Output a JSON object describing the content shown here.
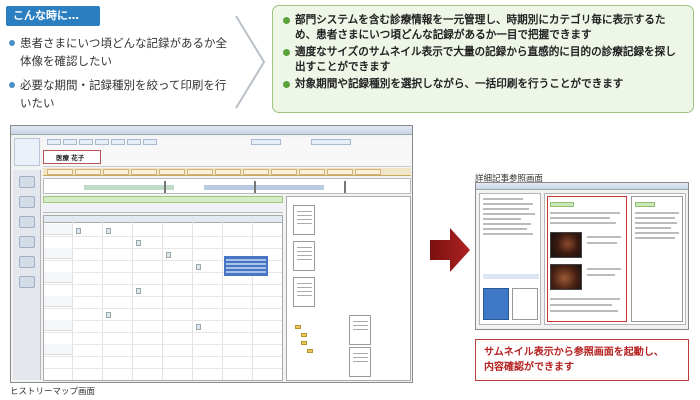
{
  "when": {
    "badge": "こんな時に…",
    "items": [
      "患者さまにいつ頃どんな記録があるか全体像を確認したい",
      "必要な期間・記録種別を絞って印刷を行いたい"
    ]
  },
  "features": {
    "items": [
      "部門システムを含む診療情報を一元管理し、時期別にカテゴリ毎に表示するため、患者さまにいつ頃どんな記録があるか一目で把握できます",
      "適度なサイズのサムネイル表示で大量の記録から直感的に目的の診療記録を探し出すことができます",
      "対象期間や記録種別を選択しながら、一括印刷を行うことができます"
    ]
  },
  "history_map": {
    "caption": "ヒストリーマップ画面",
    "patient_name": "医療 花子"
  },
  "detail_reference": {
    "caption": "詳細記事参照画面"
  },
  "callout": {
    "line1": "サムネイル表示から参照画面を起動し、",
    "line2": "内容確認ができます"
  },
  "colors": {
    "badge_blue": "#2b7fc1",
    "feature_green": "#5aa23a",
    "callout_red": "#c03a3a"
  }
}
